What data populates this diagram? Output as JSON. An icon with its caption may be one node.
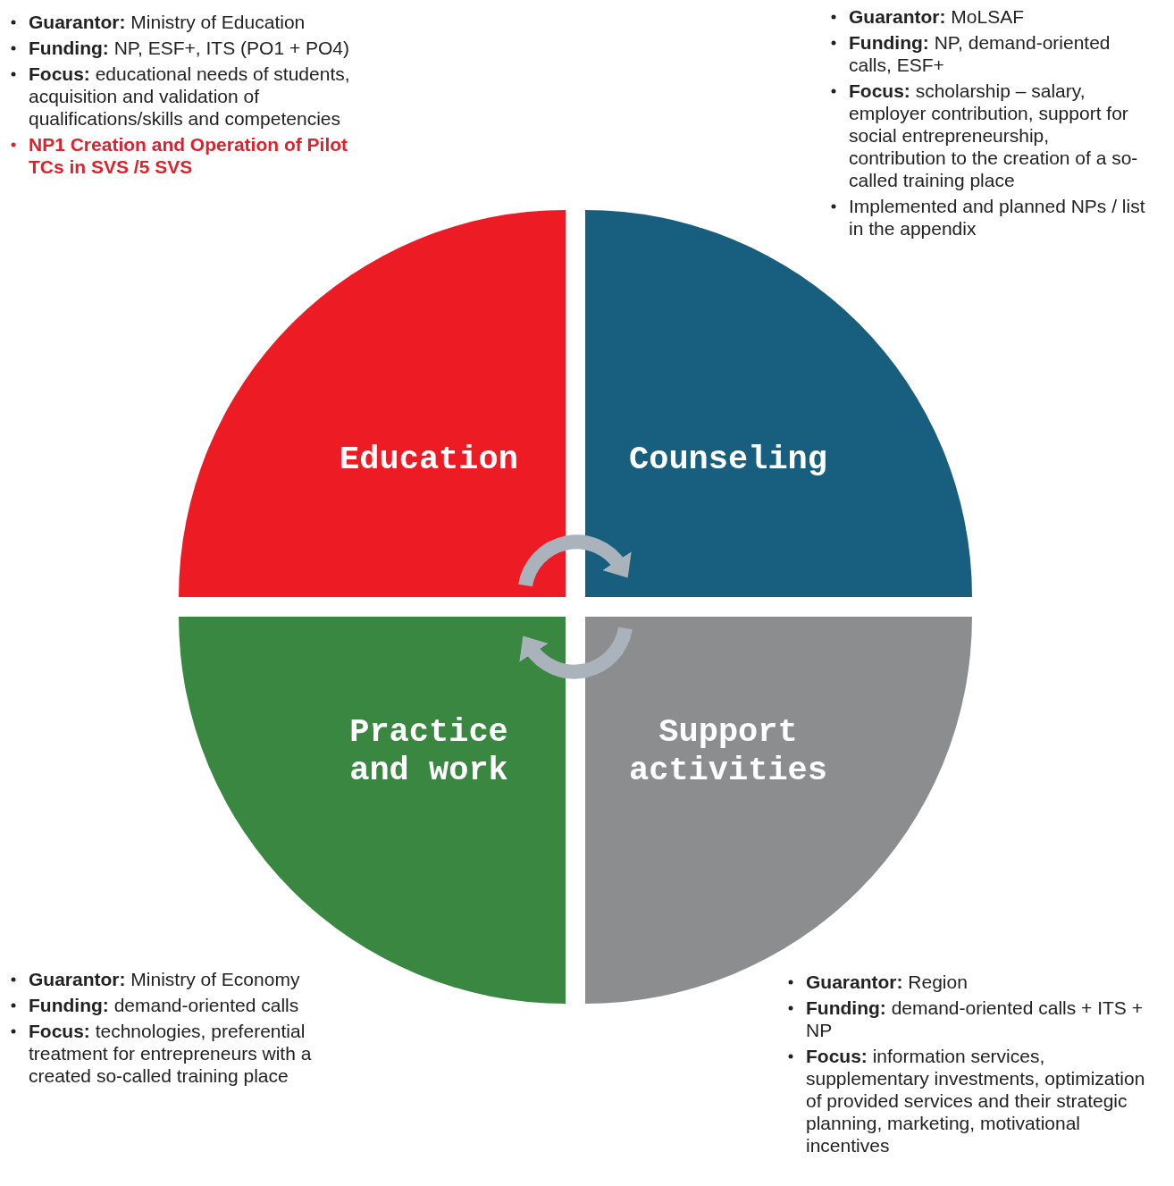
{
  "diagram": {
    "nodes": [
      {
        "text": [
          "Education"
        ],
        "beside": [
          "**Guarantor:** Ministry of Education",
          "**Funding:** NP, ESF+, ITS (PO1 + PO4)",
          "**Focus:** educational needs of students, acquisition and validation of qualifications/skills and competencies",
          "NP1 Creation and Operation of Pilot TCs in SVS /5 SVS"
        ]
      },
      {
        "text": [
          "Counseling"
        ],
        "beside": [
          "**Guarantor:** MoLSAF",
          "**Funding:** NP, demand-oriented calls, ESF+",
          "**Focus:** scholarship – salary, employer contribution, support for social entrepreneurship, contribution to the creation of a so-called training place",
          "Implemented and planned NPs / list in the appendix"
        ]
      },
      {
        "text": [
          "Practice and work"
        ],
        "beside": [
          "**Guarantor:** Ministry of Economy",
          "**Funding:** demand-oriented calls",
          "**Focus:** technologies, preferential treatment for entrepreneurs with a created so-called training place"
        ]
      },
      {
        "text": [
          "Support activities"
        ],
        "beside": [
          "**Guarantor:** Region",
          "**Funding:** demand-oriented calls + ITS + NP",
          "**Focus:** information services, supplementary investments, optimization of provided services and their strategic planning, marketing, motivational incentives"
        ]
      }
    ],
    "edges": [
      {
        "from": 0,
        "to": 1,
        "arrow": "to"
      },
      {
        "from": 3,
        "to": 2,
        "arrow": "to"
      }
    ]
  }
}
